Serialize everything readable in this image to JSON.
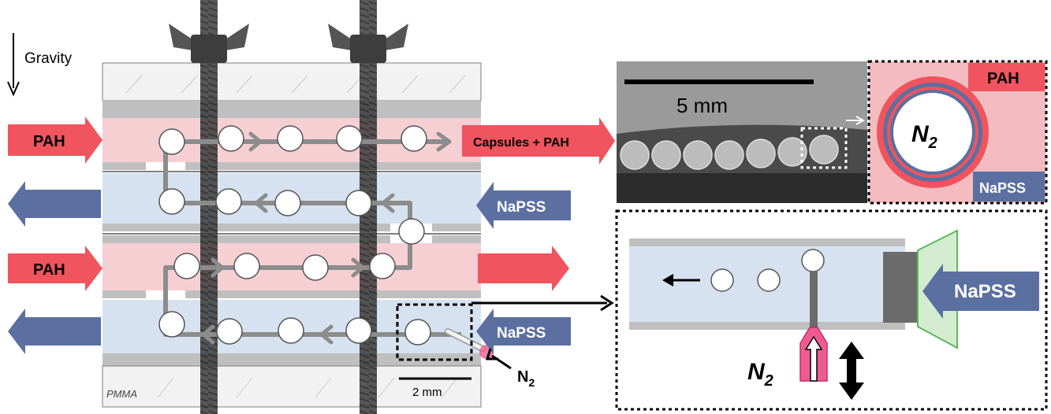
{
  "labels": {
    "gravity": "Gravity",
    "pah_in_1": "PAH",
    "pah_in_2": "PAH",
    "capsules_out": "Capsules + PAH",
    "napss_in_1": "NaPSS",
    "napss_in_2": "NaPSS",
    "n2_left": "N",
    "n2_left_sub": "2",
    "pmma": "PMMA",
    "scale_left": "2 mm",
    "scale_photo": "5 mm",
    "capsule_pah": "PAH",
    "capsule_napss": "NaPSS",
    "capsule_core": "N",
    "capsule_core_sub": "2",
    "detail_napss": "NaPSS",
    "detail_n2": "N",
    "detail_n2_sub": "2"
  },
  "colors": {
    "pah": "#f0545e",
    "pah_channel": "#f6cfd3",
    "napss": "#5b6fa1",
    "napss_channel": "#d6e2f0",
    "plate_gray": "#bfbfbf",
    "bubble_path": "#8c8c8c",
    "green": "#5cb85c",
    "pink": "#ef5b8f"
  }
}
